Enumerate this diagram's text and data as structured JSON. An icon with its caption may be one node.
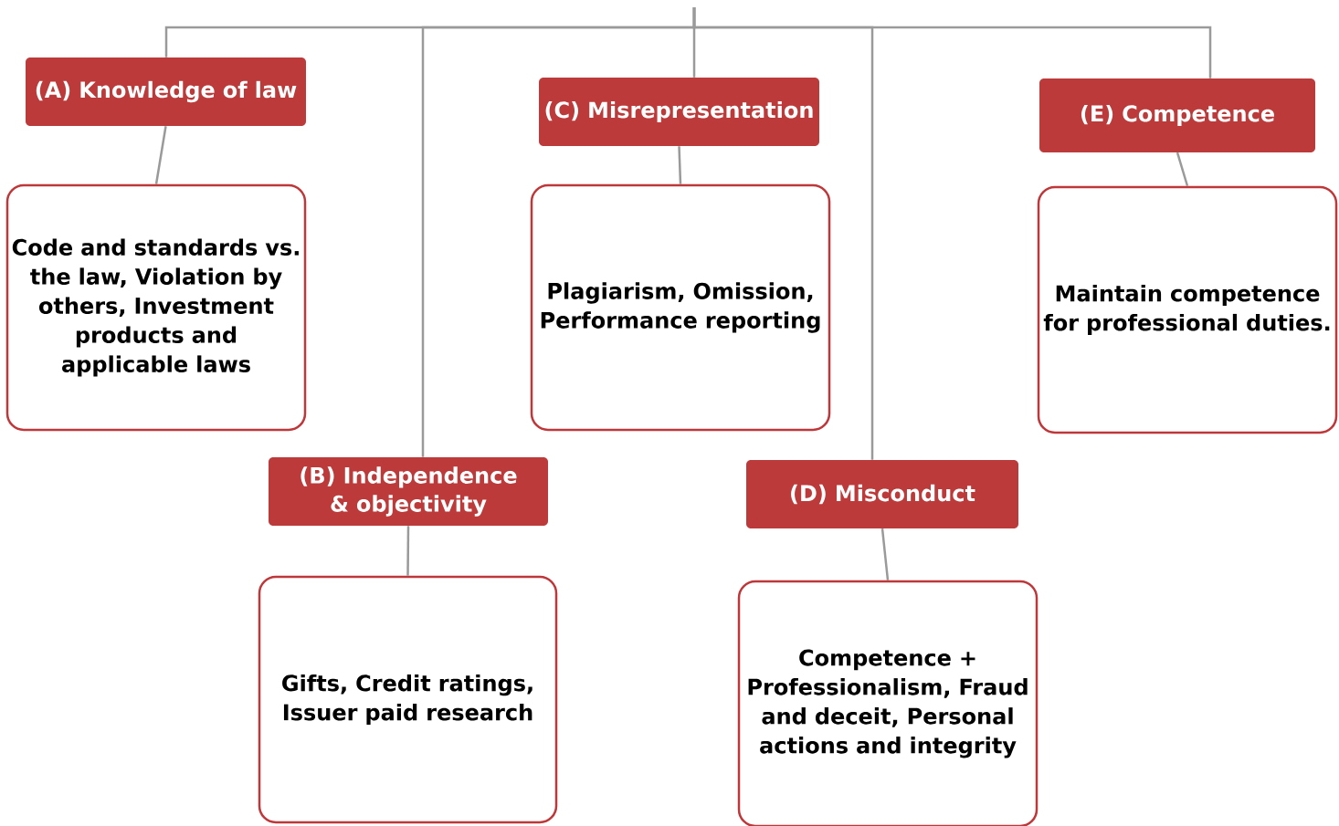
{
  "diagram": {
    "nodes": [
      {
        "text": [
          "(A) Knowledge of law"
        ]
      },
      {
        "text": [
          "Code and standards vs. the law, Violation by others, Investment products and applicable laws"
        ]
      },
      {
        "text": [
          "(C) Misrepresentation"
        ]
      },
      {
        "text": [
          "Plagiarism, Omission, Performance reporting"
        ]
      },
      {
        "text": [
          "(E) Competence"
        ]
      },
      {
        "text": [
          "Maintain competence for professional duties."
        ]
      },
      {
        "text": [
          "(B) Independence & objectivity"
        ]
      },
      {
        "text": [
          "Gifts, Credit ratings, Issuer paid research"
        ]
      },
      {
        "text": [
          "(D) Misconduct"
        ]
      },
      {
        "text": [
          "Competence + Professionalism, Fraud and deceit, Personal actions and integrity"
        ]
      }
    ],
    "edges": [
      {
        "from": null,
        "to": 0,
        "arrow": "none"
      },
      {
        "from": null,
        "to": 6,
        "arrow": "none"
      },
      {
        "from": null,
        "to": 2,
        "arrow": "none"
      },
      {
        "from": null,
        "to": 8,
        "arrow": "none"
      },
      {
        "from": null,
        "to": 4,
        "arrow": "none"
      },
      {
        "from": 0,
        "to": 1,
        "arrow": "none"
      },
      {
        "from": 6,
        "to": 7,
        "arrow": "none"
      },
      {
        "from": 2,
        "to": 3,
        "arrow": "none"
      },
      {
        "from": 8,
        "to": 9,
        "arrow": "none"
      },
      {
        "from": 4,
        "to": 5,
        "arrow": "none"
      }
    ]
  }
}
